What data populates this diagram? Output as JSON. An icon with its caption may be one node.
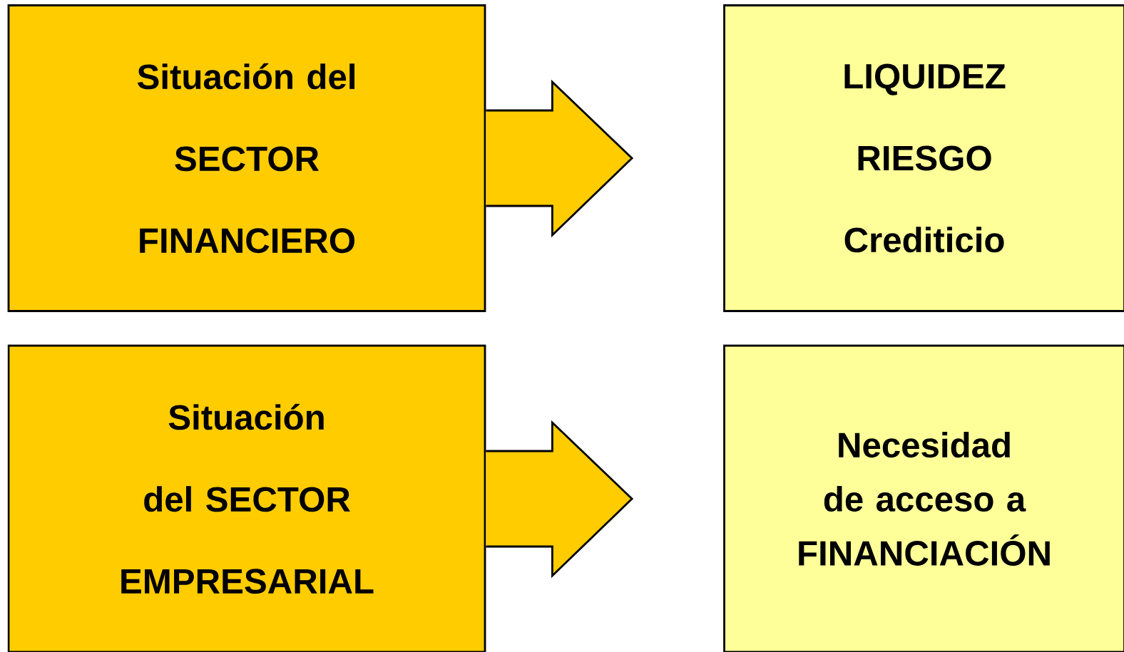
{
  "diagram": {
    "nodes": [
      {
        "text": [
          "Situación del SECTOR FINANCIERO"
        ]
      },
      {
        "text": [
          "LIQUIDEZ",
          "RIESGO Crediticio"
        ]
      },
      {
        "text": [
          "Situación del SECTOR EMPRESARIAL"
        ]
      },
      {
        "text": [
          "Necesidad de acceso a FINANCIACIÓN"
        ]
      }
    ],
    "edges": [
      {
        "from": 0,
        "to": 1,
        "arrow": "to"
      },
      {
        "from": 2,
        "to": 3,
        "arrow": "to"
      }
    ]
  }
}
